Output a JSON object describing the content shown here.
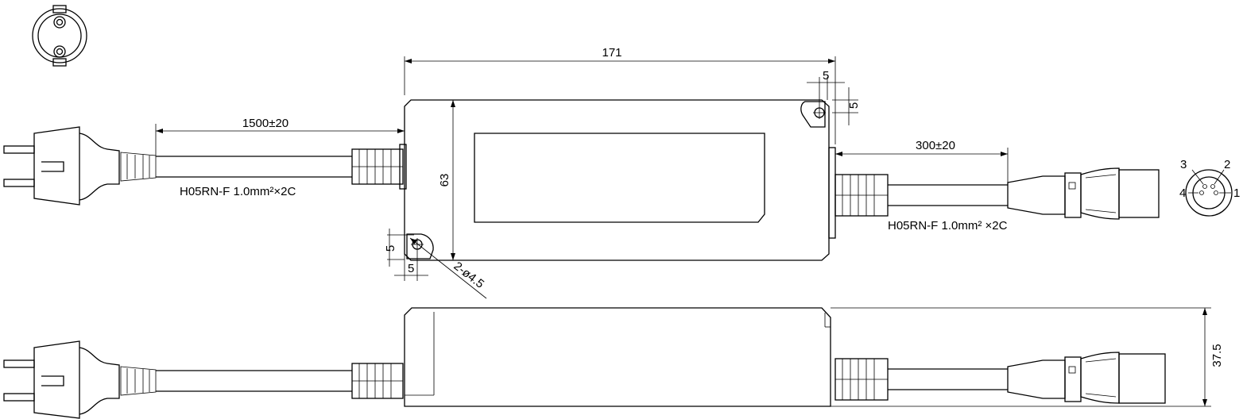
{
  "dimensions": {
    "body_length": "171",
    "body_height": "63",
    "body_thickness": "37.5",
    "input_cable_length": "1500±20",
    "output_cable_length": "300±20",
    "hole_offset_x": "5",
    "hole_offset_y": "5",
    "mount_holes": "2-ø4.5"
  },
  "cable_specs": {
    "input": "H05RN-F 1.0mm²×2C",
    "output": "H05RN-F 1.0mm² ×2C"
  },
  "connector_pins": [
    "1",
    "2",
    "3",
    "4"
  ]
}
